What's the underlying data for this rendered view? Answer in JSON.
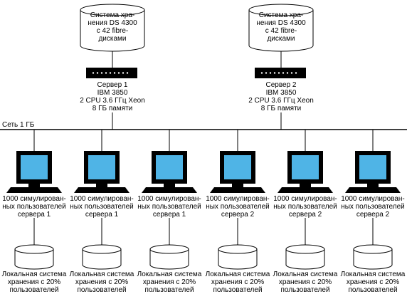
{
  "storages": [
    {
      "label": "Система хра-\nнения DS 4300\nс 42 fibre-\nдисками"
    },
    {
      "label": "Система хра-\nнения DS 4300\nс 42 fibre-\nдисками"
    }
  ],
  "servers": [
    {
      "label": "Сервер 1\nIBM 3850\n2 CPU 3.6 ГГц Xeon\n8 ГБ памяти"
    },
    {
      "label": "Сервер 2\nIBM 3850\n2 CPU 3.6 ГГц Xeon\n8 ГБ памяти"
    }
  ],
  "network": {
    "label": "Сеть 1 ГБ"
  },
  "clients": [
    {
      "label": "1000 симулирован-\nных пользователей\nсервера 1",
      "storage_label": "Локальная система\nхранения с 20%\nпользователей"
    },
    {
      "label": "1000 симулирован-\nных пользователей\nсервера 1",
      "storage_label": "Локальная система\nхранения с 20%\nпользователей"
    },
    {
      "label": "1000 симулирован-\nных пользователей\nсервера 1",
      "storage_label": "Локальная система\nхранения с 20%\nпользователей"
    },
    {
      "label": "1000 симулирован-\nных пользователей\nсервера 2",
      "storage_label": "Локальная система\nхранения с 20%\nпользователей"
    },
    {
      "label": "1000 симулирован-\nных пользователей\nсервера 2",
      "storage_label": "Локальная система\nхранения с 20%\nпользователей"
    },
    {
      "label": "1000 симулирован-\nных пользователей\nсервера 2",
      "storage_label": "Локальная система\nхранения с 20%\nпользователей"
    }
  ],
  "colors": {
    "screen": "#4fb4e6",
    "line": "#000000",
    "background": "#ffffff"
  }
}
